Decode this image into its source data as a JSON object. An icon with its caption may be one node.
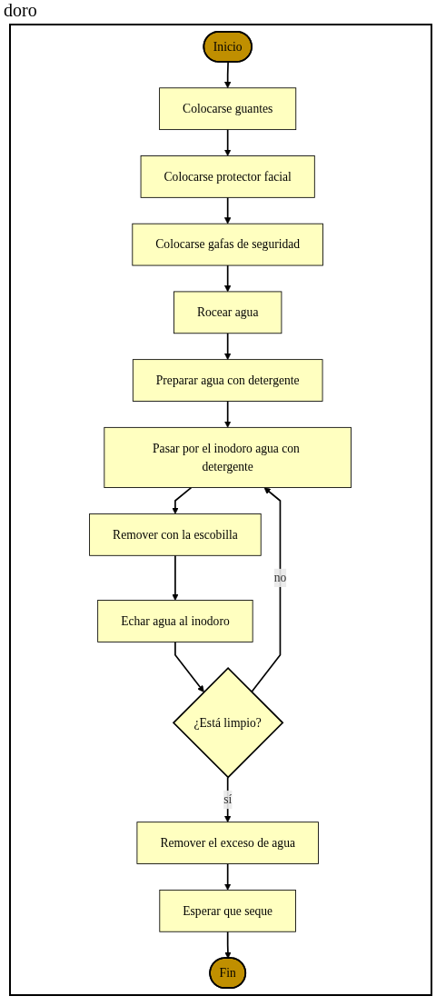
{
  "diagram": {
    "nodes": [
      {
        "text": [
          "Inicio"
        ]
      },
      {
        "text": [
          "Colocarse guantes"
        ]
      },
      {
        "text": [
          "Colocarse protector facial"
        ]
      },
      {
        "text": [
          "Colocarse gafas de seguridad"
        ]
      },
      {
        "text": [
          "Rocear agua"
        ]
      },
      {
        "text": [
          "Preparar agua con detergente"
        ]
      },
      {
        "text": [
          "Pasar por el inodoro agua con detergente"
        ]
      },
      {
        "text": [
          "Remover con la escobilla"
        ]
      },
      {
        "text": [
          "Echar agua al inodoro"
        ]
      },
      {
        "text": [
          "¿Está limpio?"
        ]
      },
      {
        "text": [
          "Remover el exceso de agua"
        ]
      },
      {
        "text": [
          "Esperar que seque"
        ]
      },
      {
        "text": [
          "Fin"
        ]
      }
    ],
    "edges": [
      {
        "from": 0,
        "to": 1,
        "arrow": "to"
      },
      {
        "from": 1,
        "to": 2,
        "arrow": "to"
      },
      {
        "from": 2,
        "to": 3,
        "arrow": "to"
      },
      {
        "from": 3,
        "to": 4,
        "arrow": "to"
      },
      {
        "from": 4,
        "to": 5,
        "arrow": "to"
      },
      {
        "from": 5,
        "to": 6,
        "arrow": "to"
      },
      {
        "from": 6,
        "to": 7,
        "arrow": "to"
      },
      {
        "from": 7,
        "to": 8,
        "arrow": "to"
      },
      {
        "from": 8,
        "to": 9,
        "arrow": "to"
      },
      {
        "from": 9,
        "to": 6,
        "arrow": "to",
        "label": "no"
      },
      {
        "from": 9,
        "to": 10,
        "arrow": "to",
        "label": "sí"
      },
      {
        "from": 10,
        "to": 11,
        "arrow": "to"
      },
      {
        "from": 11,
        "to": 12,
        "arrow": "to"
      }
    ],
    "labels": [
      "doro"
    ]
  }
}
